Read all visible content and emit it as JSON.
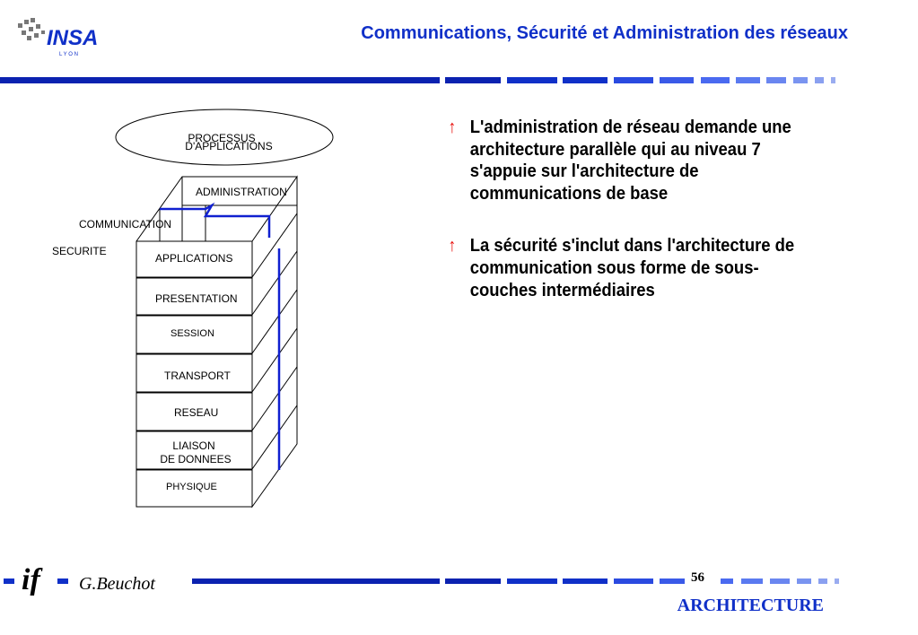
{
  "header": {
    "logo_text": "INSA",
    "logo_subtext": "L Y O N",
    "title": "Communications, Sécurité et Administration des réseaux",
    "accent_color": "#1030c8"
  },
  "diagram": {
    "process_label_line1": "PROCESSUS",
    "process_label_line2": "D'APPLICATIONS",
    "administration_label": "ADMINISTRATION",
    "communication_label": "COMMUNICATION",
    "security_label": "SECURITE",
    "layers": {
      "applications": "APPLICATIONS",
      "presentation": "PRESENTATION",
      "session": "SESSION",
      "transport": "TRANSPORT",
      "reseau": "RESEAU",
      "liaison_line1": "LIAISON",
      "liaison_line2": "DE DONNEES",
      "physique": "PHYSIQUE"
    }
  },
  "bullets": [
    {
      "icon": "up-arrow-icon",
      "text": "L'administration de réseau demande une architecture parallèle qui au niveau 7 s'appuie sur l'architecture de communications de base"
    },
    {
      "icon": "up-arrow-icon",
      "text": "La sécurité s'inclut dans l'architecture de communication sous forme de sous-couches intermédiaires"
    }
  ],
  "footer": {
    "logo_text": "if",
    "author": "G.Beuchot",
    "page_number": "56",
    "section": "ARCHITECTURE"
  }
}
